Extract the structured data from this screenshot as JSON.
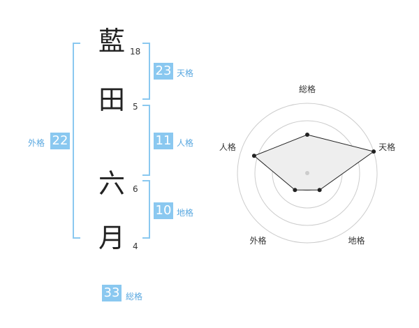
{
  "name": {
    "chars": [
      {
        "char": "藍",
        "strokes": "18"
      },
      {
        "char": "田",
        "strokes": "5"
      },
      {
        "char": "六",
        "strokes": "6"
      },
      {
        "char": "月",
        "strokes": "4"
      }
    ]
  },
  "fortunes": {
    "tenkaku": {
      "label": "天格",
      "value": "23"
    },
    "jinkaku": {
      "label": "人格",
      "value": "11"
    },
    "chikaku": {
      "label": "地格",
      "value": "10"
    },
    "gaikaku": {
      "label": "外格",
      "value": "22"
    },
    "soukaku": {
      "label": "総格",
      "value": "33"
    }
  },
  "chart_data": {
    "type": "radar",
    "axes": [
      "総格",
      "天格",
      "地格",
      "外格",
      "人格"
    ],
    "values": [
      0.55,
      1.0,
      0.3,
      0.3,
      0.8
    ],
    "rings": 4,
    "fill": "#eeeeee",
    "line_color": "#222222",
    "ring_color": "#cccccc"
  }
}
